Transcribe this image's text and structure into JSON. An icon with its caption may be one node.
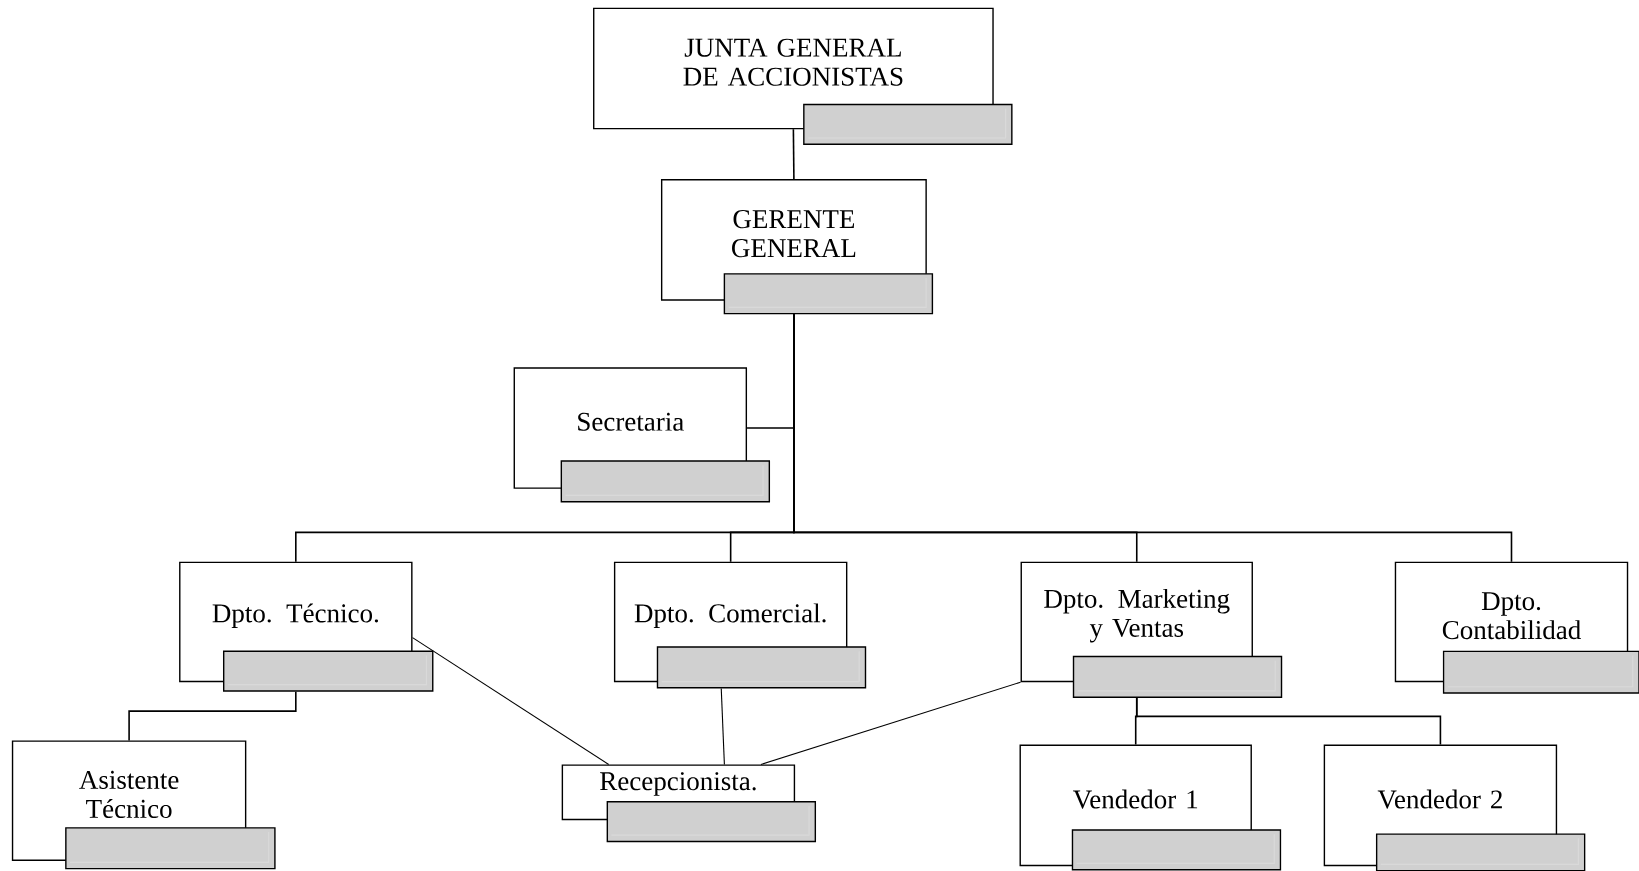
{
  "diagram": {
    "nodes": [
      {
        "text": [
          "JUNTA GENERAL DE ACCIONISTAS"
        ]
      },
      {
        "text": [
          "GERENTE GENERAL"
        ]
      },
      {
        "text": [
          "Secretaria"
        ]
      },
      {
        "text": [
          "Dpto. Técnico."
        ]
      },
      {
        "text": [
          "Dpto. Comercial."
        ]
      },
      {
        "text": [
          "Dpto. Marketing y Ventas"
        ]
      },
      {
        "text": [
          "Dpto. Contabilidad"
        ]
      },
      {
        "text": [
          "Asistente Técnico"
        ]
      },
      {
        "text": [
          "Recepcionista."
        ]
      },
      {
        "text": [
          "Vendedor 1"
        ]
      },
      {
        "text": [
          "Vendedor 2"
        ]
      }
    ],
    "edges": [
      {
        "from": 0,
        "to": 1,
        "arrow": "none"
      },
      {
        "from": 1,
        "to": 2,
        "arrow": "none"
      },
      {
        "from": 1,
        "to": 3,
        "arrow": "none"
      },
      {
        "from": 1,
        "to": 4,
        "arrow": "none"
      },
      {
        "from": 1,
        "to": 5,
        "arrow": "none"
      },
      {
        "from": 1,
        "to": 6,
        "arrow": "none"
      },
      {
        "from": 3,
        "to": 7,
        "arrow": "none"
      },
      {
        "from": 5,
        "to": 9,
        "arrow": "none"
      },
      {
        "from": 5,
        "to": 10,
        "arrow": "none"
      },
      {
        "from": 3,
        "to": 8,
        "arrow": "none"
      },
      {
        "from": 4,
        "to": 8,
        "arrow": "none"
      },
      {
        "from": 5,
        "to": 8,
        "arrow": "none"
      }
    ]
  }
}
